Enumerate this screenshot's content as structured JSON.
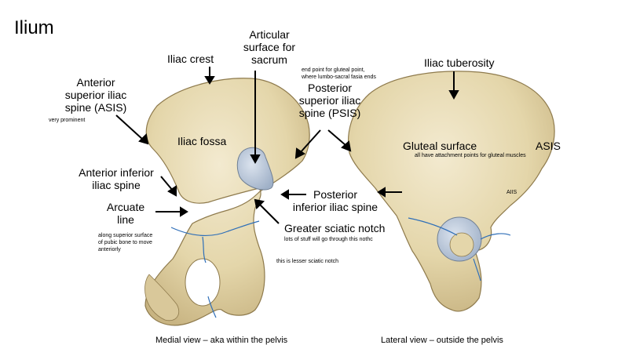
{
  "title": "Ilium",
  "labels": {
    "articular": "Articular\nsurface for\nsacrum",
    "iliac_crest": "Iliac crest",
    "asis_full": "Anterior\nsuperior iliac\nspine (ASIS)",
    "very_prominent": "very prominent",
    "iliac_fossa": "Iliac fossa",
    "aiis": "Anterior inferior\niliac spine",
    "arcuate": "Arcuate\nline",
    "arcuate_note": "along superior surface\nof pubic bone to move\nanteriorly",
    "psis_note": "end point for gluteal point,\nwhere lumbo-sacral fasia ends",
    "psis": "Posterior\nsuperior iliac\nspine (PSIS)",
    "pis": "Posterior\ninferior iliac spine",
    "greater_sciatic": "Greater sciatic notch",
    "greater_sciatic_note": "lots of stuff will go through this nothc",
    "lesser_note": "this is lesser sciatic notch",
    "iliac_tuberosity": "Iliac tuberosity",
    "gluteal_surface": "Gluteal surface",
    "asis_short": "ASIS",
    "gluteal_note": "all have attachment points for gluteal muscles",
    "aiis_short": "AIIS"
  },
  "captions": {
    "medial": "Medial view – aka within the pelvis",
    "lateral": "Lateral view – outside the pelvis"
  },
  "colors": {
    "bone": "#e8dcb4",
    "bone_shadow": "#c9b98a",
    "cartilage": "#b9c7d8",
    "suture": "#2f6fb8"
  }
}
